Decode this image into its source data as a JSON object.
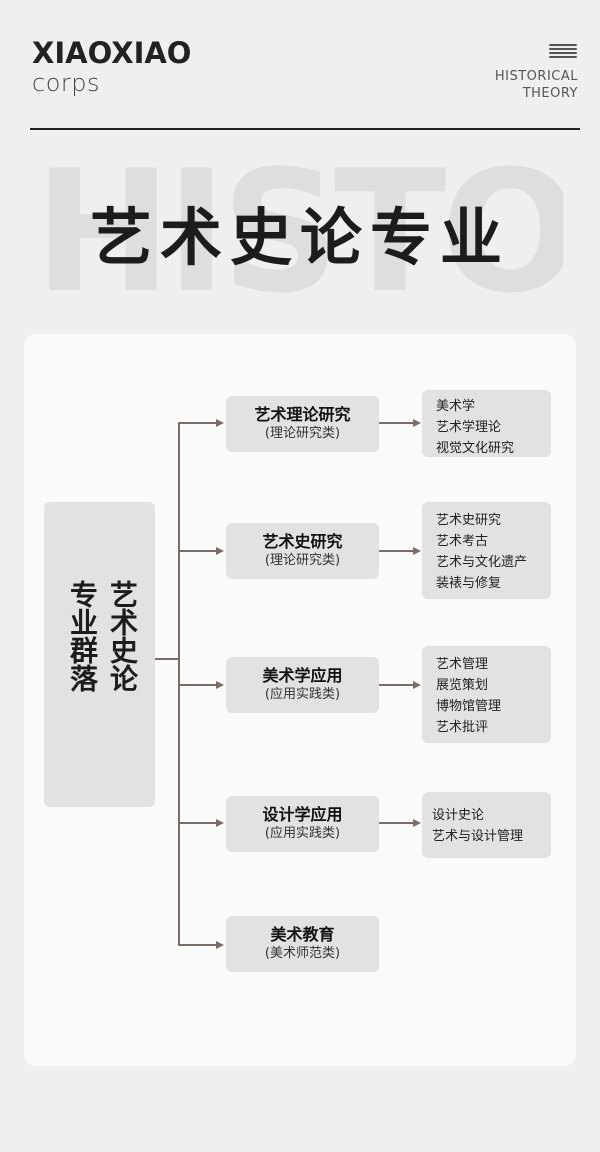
{
  "brand": {
    "name": "XIAOXIAO",
    "sub": "corps"
  },
  "corner": {
    "line1": "HISTORICAL",
    "line2": "THEORY"
  },
  "watermark": "HISTORY",
  "title": "艺术史论专业",
  "root": {
    "col1": "艺术史论",
    "col2": "专业群落"
  },
  "branches": [
    {
      "label": "艺术理论研究",
      "sub": "(理论研究类)",
      "items": [
        "美术学",
        "艺术学理论",
        "视觉文化研究"
      ]
    },
    {
      "label": "艺术史研究",
      "sub": "(理论研究类)",
      "items": [
        "艺术史研究",
        "艺术考古",
        "艺术与文化遗产",
        "装裱与修复"
      ]
    },
    {
      "label": "美术学应用",
      "sub": "(应用实践类)",
      "items": [
        "艺术管理",
        "展览策划",
        "博物馆管理",
        "艺术批评"
      ]
    },
    {
      "label": "设计学应用",
      "sub": "(应用实践类)",
      "items": [
        "设计史论",
        "艺术与设计管理"
      ]
    },
    {
      "label": "美术教育",
      "sub": "(美术师范类)",
      "items": []
    }
  ]
}
